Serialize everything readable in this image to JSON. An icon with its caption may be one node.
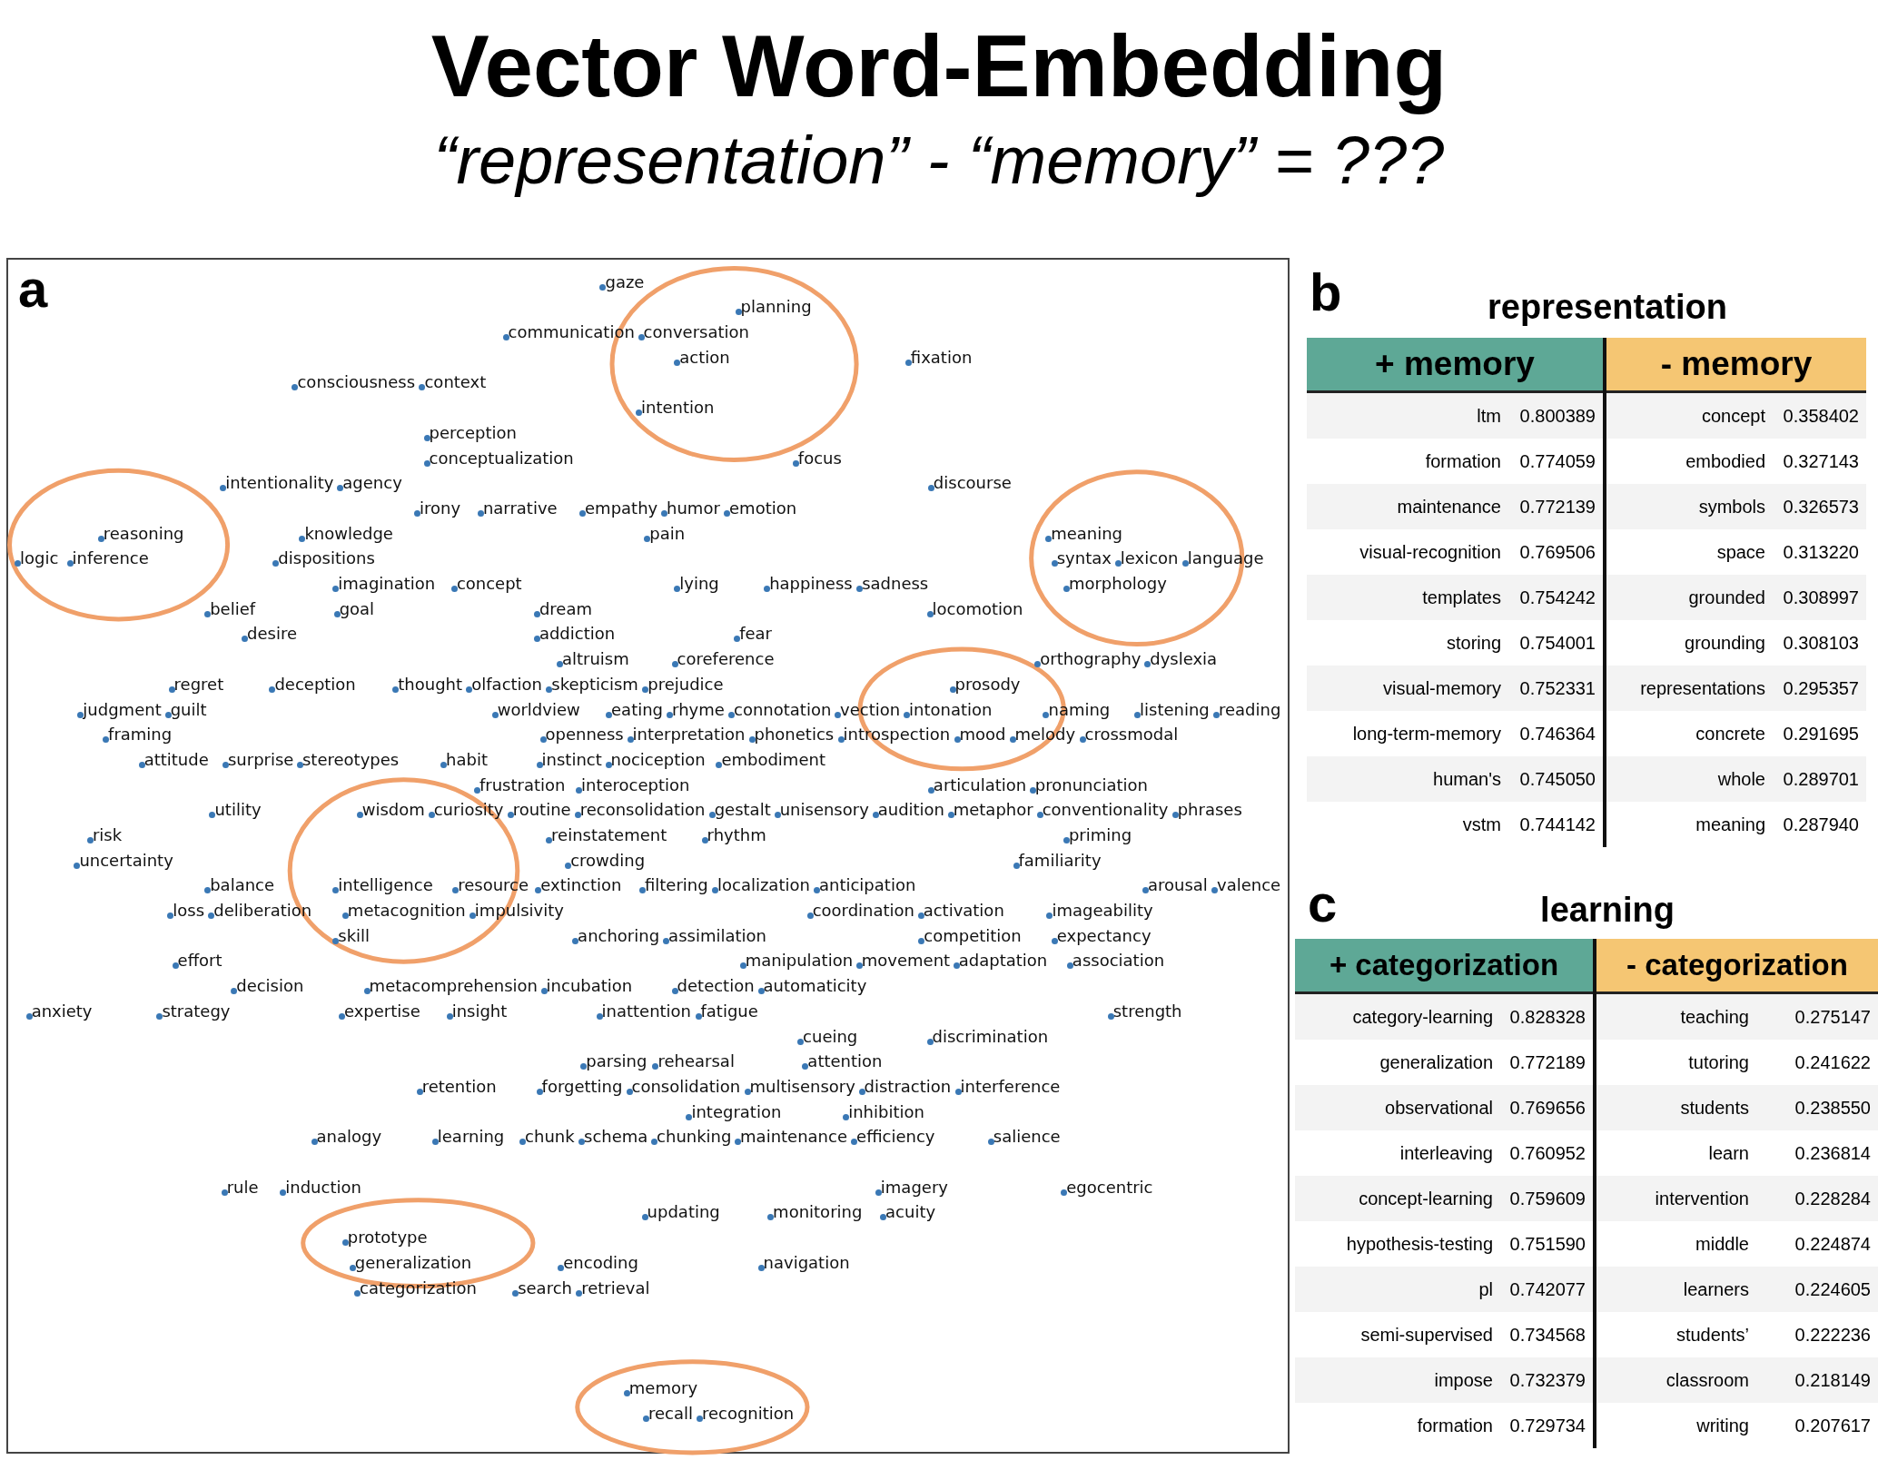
{
  "diagram": {
    "title": "Vector Word-Embedding",
    "labels": [
      "“representation” - “memory” = ???",
      "a",
      "gaze",
      "planning",
      "communication",
      "conversation",
      "action",
      "fixation",
      "consciousness",
      "context",
      "intention",
      "perception",
      "conceptualization",
      "focus",
      "intentionality",
      "agency",
      "discourse",
      "irony",
      "narrative",
      "empathy",
      "humor",
      "emotion",
      "reasoning",
      "knowledge",
      "pain",
      "meaning",
      "logic",
      "inference",
      "dispositions",
      "syntax",
      "lexicon",
      "language",
      "imagination",
      "concept",
      "lying",
      "happiness",
      "sadness",
      "morphology",
      "belief",
      "goal",
      "dream",
      "locomotion",
      "desire",
      "addiction",
      "fear",
      "altruism",
      "coreference",
      "orthography",
      "dyslexia",
      "regret",
      "deception",
      "thought",
      "olfaction",
      "skepticism",
      "prejudice",
      "prosody",
      "judgment",
      "guilt",
      "worldview",
      "eating",
      "rhyme",
      "connotation",
      "vection",
      "intonation",
      "naming",
      "listening",
      "reading",
      "framing",
      "openness",
      "interpretation",
      "phonetics",
      "introspection",
      "mood",
      "melody",
      "crossmodal",
      "attitude",
      "surprise",
      "stereotypes",
      "habit",
      "instinct",
      "nociception",
      "embodiment",
      "frustration",
      "interoception",
      "articulation",
      "pronunciation",
      "utility",
      "wisdom",
      "curiosity",
      "routine",
      "reconsolidation",
      "gestalt",
      "unisensory",
      "audition",
      "metaphor",
      "conventionality",
      "phrases",
      "risk",
      "reinstatement",
      "rhythm",
      "priming",
      "uncertainty",
      "crowding",
      "familiarity",
      "balance",
      "intelligence",
      "resource",
      "extinction",
      "filtering",
      "localization",
      "anticipation",
      "arousal",
      "valence",
      "loss",
      "deliberation",
      "metacognition",
      "impulsivity",
      "coordination",
      "activation",
      "imageability",
      "skill",
      "anchoring",
      "assimilation",
      "competition",
      "expectancy",
      "effort",
      "manipulation",
      "movement",
      "adaptation",
      "association",
      "decision",
      "metacomprehension",
      "incubation",
      "detection",
      "automaticity",
      "anxiety",
      "strategy",
      "expertise",
      "insight",
      "inattention",
      "fatigue",
      "strength",
      "cueing",
      "discrimination",
      "parsing",
      "rehearsal",
      "attention",
      "retention",
      "forgetting",
      "consolidation",
      "multisensory",
      "distraction",
      "interference",
      "integration",
      "inhibition",
      "analogy",
      "learning",
      "chunk",
      "schema",
      "chunking",
      "maintenance",
      "efficiency",
      "salience",
      "rule",
      "induction",
      "imagery",
      "egocentric",
      "updating",
      "monitoring",
      "acuity",
      "prototype",
      "generalization",
      "encoding",
      "navigation",
      "categorization",
      "search",
      "retrieval",
      "memory",
      "recall",
      "recognition",
      "b",
      "representation",
      "+ memory",
      "- memory",
      "ltm",
      "0.800389",
      "concept",
      "0.358402",
      "formation",
      "0.774059",
      "embodied",
      "0.327143",
      "maintenance",
      "0.772139",
      "symbols",
      "0.326573",
      "visual-recognition",
      "0.769506",
      "space",
      "0.313220",
      "templates",
      "0.754242",
      "grounded",
      "0.308997",
      "storing",
      "0.754001",
      "grounding",
      "0.308103",
      "visual-memory",
      "0.752331",
      "representations",
      "0.295357",
      "long-term-memory",
      "0.746364",
      "concrete",
      "0.291695",
      "human's",
      "0.745050",
      "whole",
      "0.289701",
      "vstm",
      "0.744142",
      "meaning",
      "0.287940",
      "c",
      "learning",
      "+ categorization",
      "- categorization",
      "category-learning",
      "0.828328",
      "teaching",
      "0.275147",
      "generalization",
      "0.772189",
      "tutoring",
      "0.241622",
      "observational",
      "0.769656",
      "students",
      "0.238550",
      "interleaving",
      "0.760952",
      "learn",
      "0.236814",
      "concept-learning",
      "0.759609",
      "intervention",
      "0.228284",
      "hypothesis-testing",
      "0.751590",
      "middle",
      "0.224874",
      "pl",
      "0.742077",
      "learners",
      "0.224605",
      "semi-supervised",
      "0.734568",
      "students’",
      "0.222236",
      "impose",
      "0.732379",
      "classroom",
      "0.218149",
      "formation",
      "0.729734",
      "writing",
      "0.207617"
    ]
  }
}
